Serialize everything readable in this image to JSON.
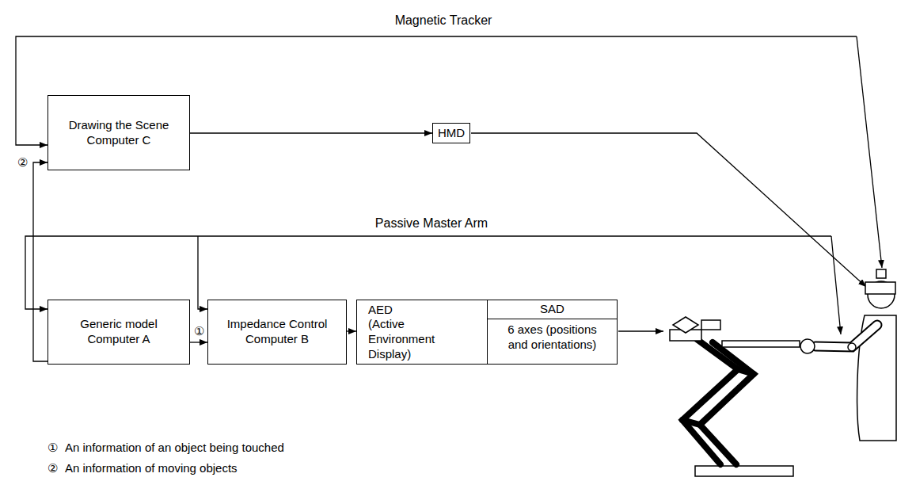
{
  "diagram": {
    "nodes": [
      {
        "text": [
          "Drawing the Scene",
          "Computer C"
        ]
      },
      {
        "text": [
          "HMD"
        ]
      },
      {
        "text": [
          "Generic model",
          "Computer A"
        ]
      },
      {
        "text": [
          "Impedance Control",
          "Computer B"
        ]
      },
      {
        "text": [
          "AED",
          "(Active Environment Display)"
        ]
      },
      {
        "text": [
          "SAD",
          "6 axes (positions and orientations)"
        ]
      }
    ],
    "edges": [
      {
        "from": 0,
        "to": 1,
        "arrow": "to"
      },
      {
        "from": 2,
        "to": 0,
        "label": "②",
        "arrow": "to"
      },
      {
        "from": 2,
        "to": 3,
        "label": "①",
        "arrow": "to"
      },
      {
        "from": 3,
        "to": 4,
        "arrow": "to"
      }
    ],
    "labels": [
      "Magnetic Tracker",
      "Passive Master Arm",
      "①",
      "An information of an object being touched",
      "②",
      "An information of moving objects"
    ]
  }
}
